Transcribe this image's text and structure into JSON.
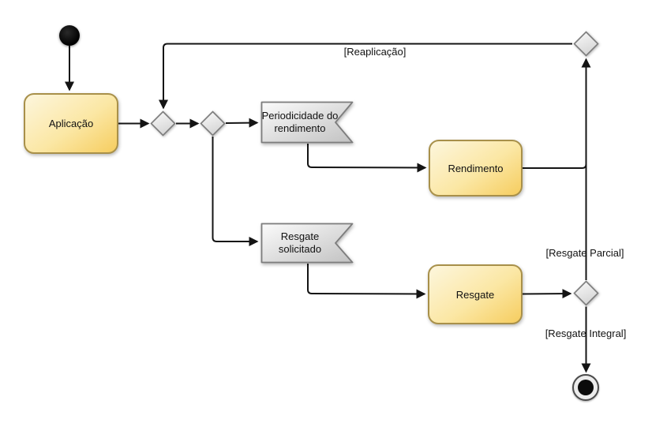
{
  "diagram": {
    "kind": "uml-activity-diagram",
    "nodes": {
      "initial": {
        "kind": "initial-node"
      },
      "aplicacao": {
        "kind": "action",
        "label": "Aplicação"
      },
      "merge1": {
        "kind": "merge-diamond"
      },
      "decision1": {
        "kind": "decision-diamond"
      },
      "periodicidade": {
        "kind": "accept-event",
        "label": "Periodicidade do rendimento"
      },
      "rendimento": {
        "kind": "action",
        "label": "Rendimento"
      },
      "resgate_solicitado": {
        "kind": "accept-event",
        "label": "Resgate solicitado"
      },
      "resgate": {
        "kind": "action",
        "label": "Resgate"
      },
      "merge_top_right": {
        "kind": "merge-diamond"
      },
      "decision_resgate": {
        "kind": "decision-diamond"
      },
      "final": {
        "kind": "final-node"
      }
    },
    "edge_labels": {
      "reaplicacao": "[Reaplicação]",
      "resgate_parcial": "[Resgate Parcial]",
      "resgate_integral": "[Resgate Integral]"
    },
    "edges": [
      {
        "from": "initial",
        "to": "aplicacao"
      },
      {
        "from": "aplicacao",
        "to": "merge1"
      },
      {
        "from": "merge1",
        "to": "decision1"
      },
      {
        "from": "decision1",
        "to": "periodicidade"
      },
      {
        "from": "decision1",
        "to": "resgate_solicitado"
      },
      {
        "from": "periodicidade",
        "to": "rendimento"
      },
      {
        "from": "resgate_solicitado",
        "to": "resgate"
      },
      {
        "from": "rendimento",
        "to": "merge_top_right"
      },
      {
        "from": "resgate",
        "to": "decision_resgate"
      },
      {
        "from": "decision_resgate",
        "to": "merge_top_right",
        "label_key": "resgate_parcial"
      },
      {
        "from": "decision_resgate",
        "to": "final",
        "label_key": "resgate_integral"
      },
      {
        "from": "merge_top_right",
        "to": "merge1",
        "label_key": "reaplicacao"
      }
    ],
    "colors": {
      "action_fill_top": "#fdf6dd",
      "action_fill_bottom": "#f6cd5f",
      "action_border": "#a8904a",
      "event_fill_top": "#fbfbfb",
      "event_fill_bottom": "#c2c2c2",
      "event_border": "#7d7d7d",
      "diamond_fill_top": "#fafafa",
      "diamond_fill_bottom": "#d6d6d6",
      "diamond_border": "#7d7d7d",
      "edge_color": "#141414",
      "text_color": "#111111",
      "background": "#ffffff"
    }
  }
}
